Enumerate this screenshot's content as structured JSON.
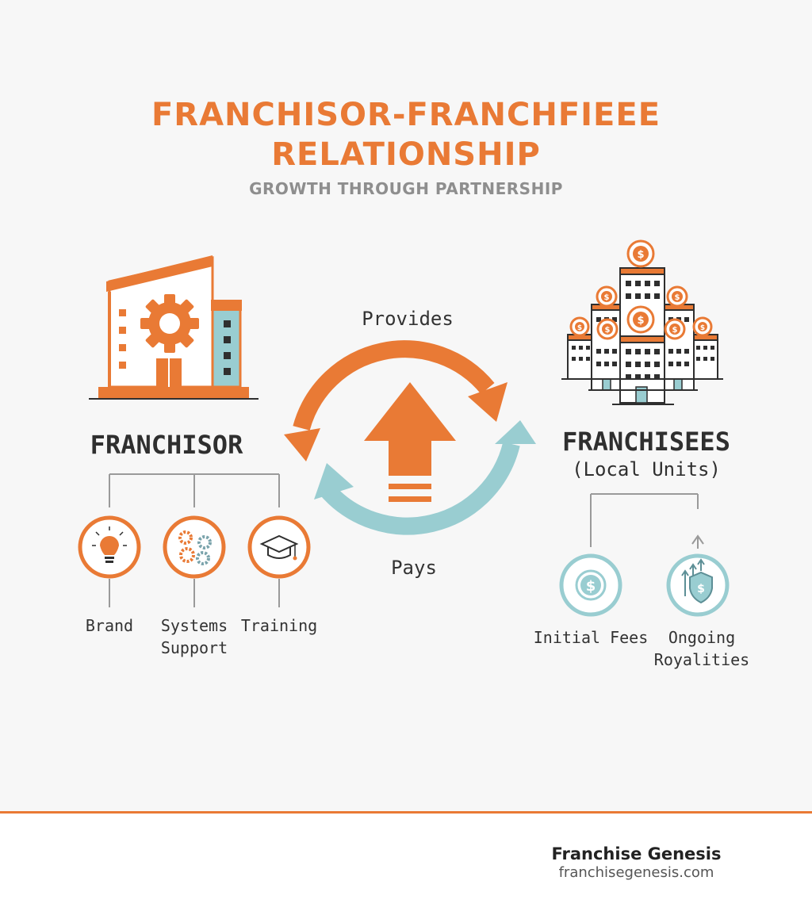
{
  "header": {
    "title_line1": "FRANCHISOR-FRANCHFIEEE",
    "title_line2": "RELATIONSHIP",
    "subtitle": "GROWTH THROUGH PARTNERSHIP"
  },
  "franchisor": {
    "heading": "FRANCHISOR",
    "items": [
      {
        "label": "Brand",
        "icon": "lightbulb-icon"
      },
      {
        "label": "Systems\nSupport",
        "icon": "gears-icon"
      },
      {
        "label": "Training",
        "icon": "graduation-cap-icon"
      }
    ]
  },
  "cycle": {
    "provides_label": "Provides",
    "pays_label": "Pays"
  },
  "franchisees": {
    "heading": "FRANCHISEES",
    "subheading": "(Local Units)",
    "items": [
      {
        "label": "Initial Fees",
        "icon": "dollar-coin-icon"
      },
      {
        "label": "Ongoing\nRoyalities",
        "icon": "shield-dollar-icon"
      }
    ]
  },
  "footer": {
    "brand": "Franchise Genesis",
    "url": "franchisegenesis.com"
  },
  "colors": {
    "orange": "#e97a35",
    "teal": "#99cdd1",
    "dark": "#2f2f2f",
    "gray": "#9a9a9a"
  }
}
